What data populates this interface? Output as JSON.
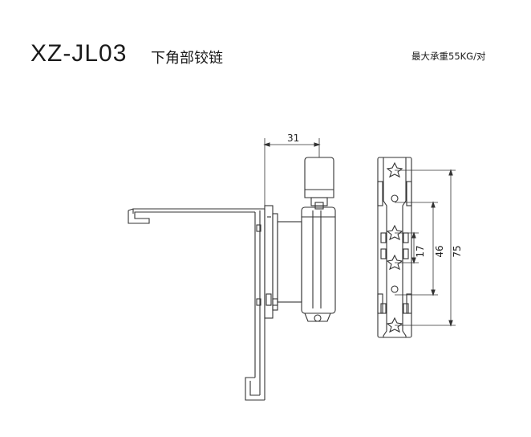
{
  "header": {
    "model_code": "XZ-JL03",
    "product_name": "下角部铰链",
    "max_load": "最大承重55KG/对"
  },
  "dimensions": {
    "width_31": "31",
    "height_17": "17",
    "height_46": "46",
    "height_75": "75"
  },
  "colors": {
    "line": "#333333",
    "background": "#ffffff"
  }
}
